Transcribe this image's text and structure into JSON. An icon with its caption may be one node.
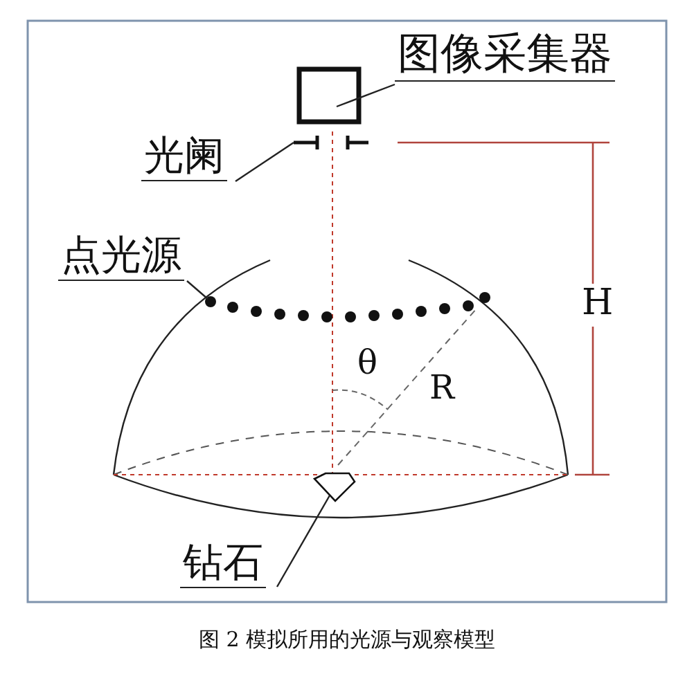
{
  "diagram": {
    "caption": "图 2 模拟所用的光源与观察模型",
    "nodes": [
      {
        "text": [
          "图像采集器"
        ]
      },
      {
        "text": [],
        "shape": "box"
      },
      {
        "text": [
          "光阑"
        ]
      },
      {
        "text": [],
        "shape": "bar"
      },
      {
        "text": [
          "点光源"
        ]
      },
      {
        "text": [],
        "shape": "circle"
      },
      {
        "text": [
          "钻石"
        ]
      },
      {
        "text": [],
        "shape": "diamond"
      }
    ],
    "edges": [
      {
        "from": 0,
        "to": 1,
        "arrow": "none"
      },
      {
        "from": 2,
        "to": 3,
        "arrow": "none"
      },
      {
        "from": 4,
        "to": 5,
        "arrow": "none"
      },
      {
        "from": 6,
        "to": 7,
        "arrow": "none"
      }
    ],
    "labels": [
      "H",
      "θ",
      "R"
    ]
  }
}
